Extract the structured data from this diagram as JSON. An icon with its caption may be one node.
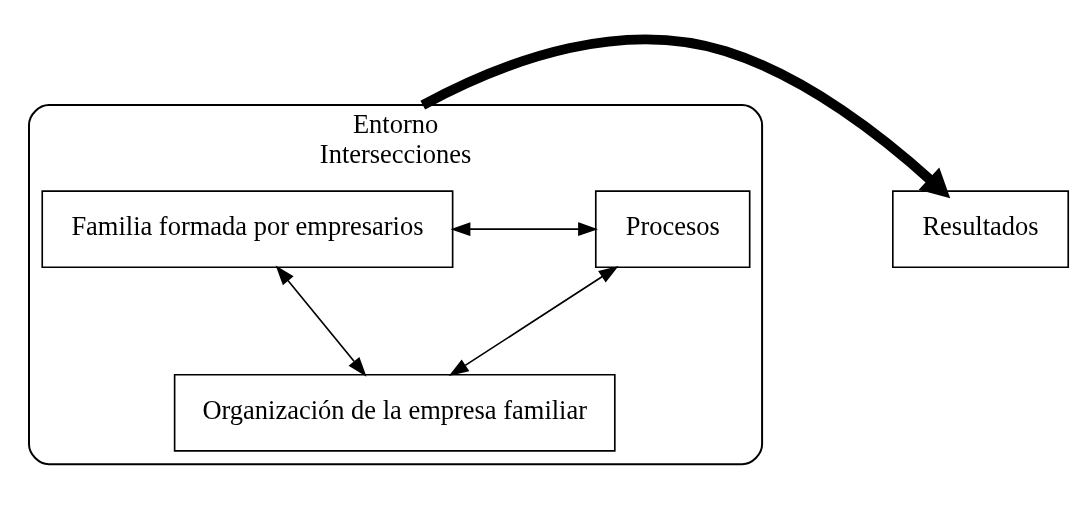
{
  "diagram": {
    "nodes": [
      {
        "text": [
          "Entorno",
          "Intersecciones"
        ]
      },
      {
        "text": [
          "Familia formada por empresarios"
        ],
        "in": 0
      },
      {
        "text": [
          "Procesos"
        ],
        "in": 0
      },
      {
        "text": [
          "Organización de la empresa familiar"
        ],
        "in": 0
      },
      {
        "text": [
          "Resultados"
        ]
      }
    ],
    "edges": [
      {
        "from": 1,
        "to": 2,
        "arrow": "both"
      },
      {
        "from": 1,
        "to": 3,
        "arrow": "both"
      },
      {
        "from": 2,
        "to": 3,
        "arrow": "both"
      },
      {
        "from": 0,
        "to": 4,
        "arrow": "to",
        "style": "thick"
      }
    ]
  }
}
